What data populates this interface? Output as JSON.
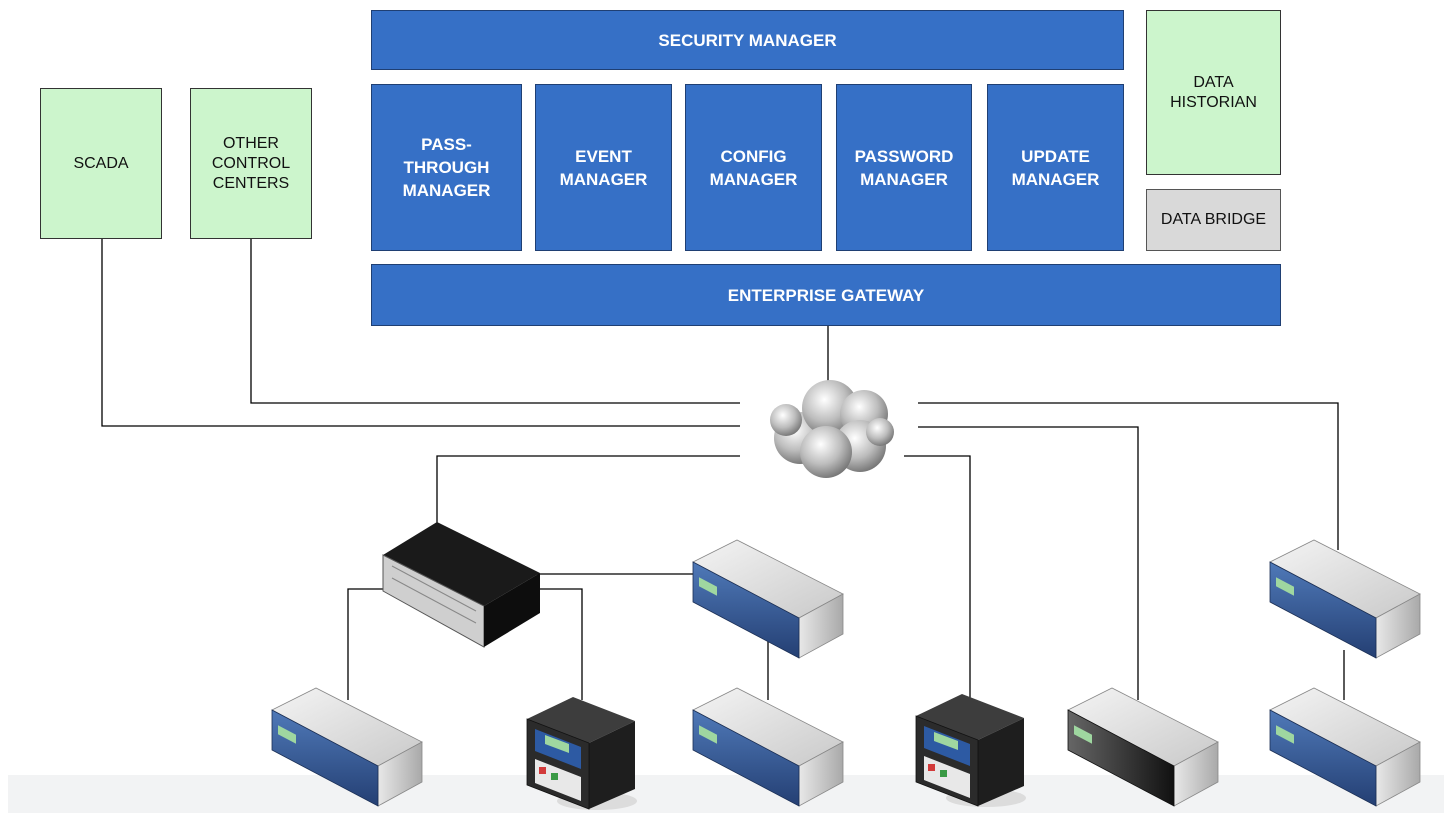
{
  "boxes": {
    "security_manager": "SECURITY MANAGER",
    "pass_through_manager": "PASS-\nTHROUGH\nMANAGER",
    "event_manager": "EVENT\nMANAGER",
    "config_manager": "CONFIG\nMANAGER",
    "password_manager": "PASSWORD\nMANAGER",
    "update_manager": "UPDATE\nMANAGER",
    "enterprise_gateway": "ENTERPRISE GATEWAY",
    "data_historian": "DATA\nHISTORIAN",
    "data_bridge": "DATA BRIDGE",
    "scada": "SCADA",
    "other_control_centers": "OTHER\nCONTROL\nCENTERS"
  },
  "icons": {
    "network": "cloud-icon",
    "gateway_device": "black-rack-server-icon",
    "rack_device": "rack-server-icon",
    "dark_rack_device": "dark-rack-server-icon",
    "relay_device": "protective-relay-icon"
  },
  "colors": {
    "manager_fill": "#3670c6",
    "external_system_fill": "#ccf5cc",
    "data_bridge_fill": "#d9d9d9",
    "connector_line": "#000000"
  }
}
